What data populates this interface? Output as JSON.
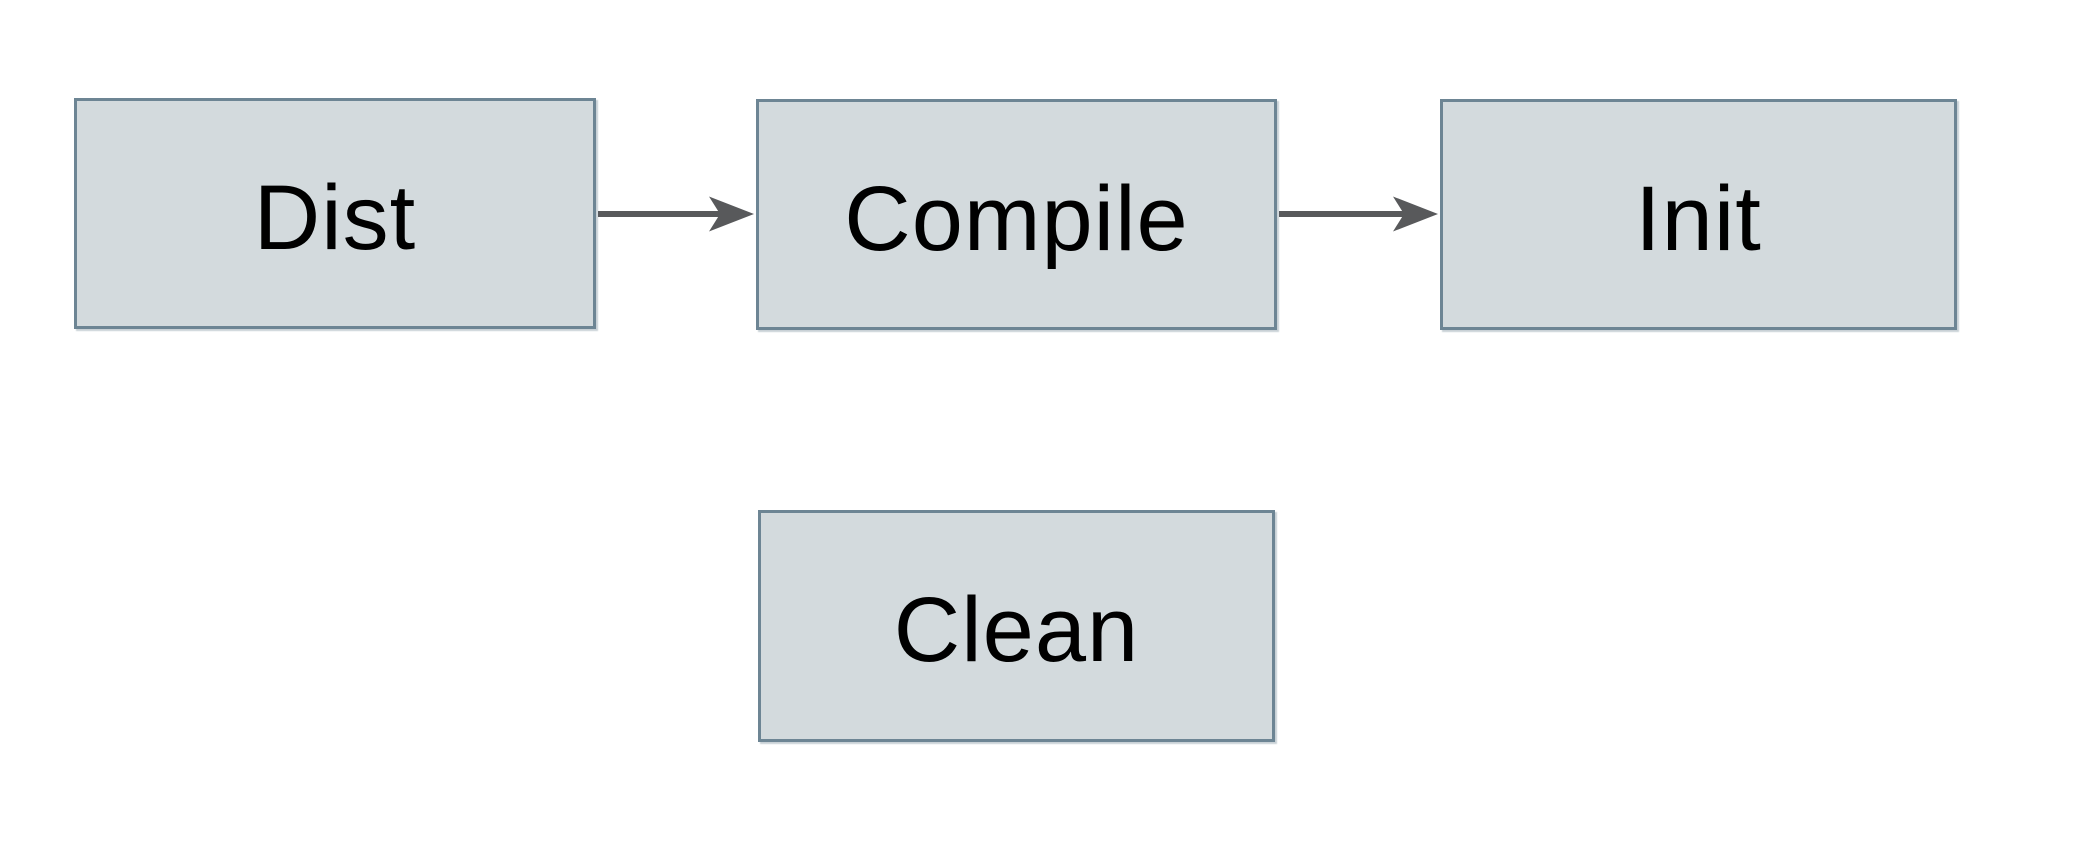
{
  "diagram": {
    "nodes": [
      {
        "id": "dist",
        "label": "Dist"
      },
      {
        "id": "compile",
        "label": "Compile"
      },
      {
        "id": "init",
        "label": "Init"
      },
      {
        "id": "clean",
        "label": "Clean"
      }
    ],
    "edges": [
      {
        "from": "dist",
        "to": "compile"
      },
      {
        "from": "compile",
        "to": "init"
      }
    ]
  },
  "theme": {
    "node_fill": "#d3dadd",
    "node_border": "#6d8594",
    "arrow_color": "#58595b",
    "text_color": "#000000",
    "background": "#ffffff"
  }
}
